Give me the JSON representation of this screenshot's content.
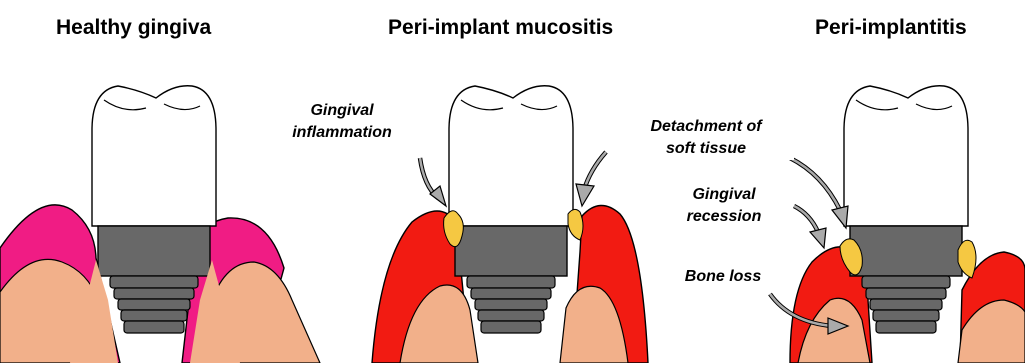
{
  "panels": {
    "healthy": {
      "title": "Healthy gingiva"
    },
    "mucositis": {
      "title": "Peri-implant mucositis"
    },
    "implantitis": {
      "title": "Peri-implantitis"
    }
  },
  "annotations": {
    "gingival_inflammation": {
      "line1": "Gingival",
      "line2": "inflammation"
    },
    "detachment": {
      "line1": "Detachment of",
      "line2": "soft tissue"
    },
    "recession": {
      "line1": "Gingival",
      "line2": "recession"
    },
    "bone_loss": {
      "text": "Bone loss"
    }
  },
  "colors": {
    "healthy_gingiva": "#f01c84",
    "inflamed_gingiva": "#f21b12",
    "bone": "#f2b08a",
    "abutment": "#686868",
    "plaque": "#f5c842",
    "crown": "#ffffff"
  }
}
